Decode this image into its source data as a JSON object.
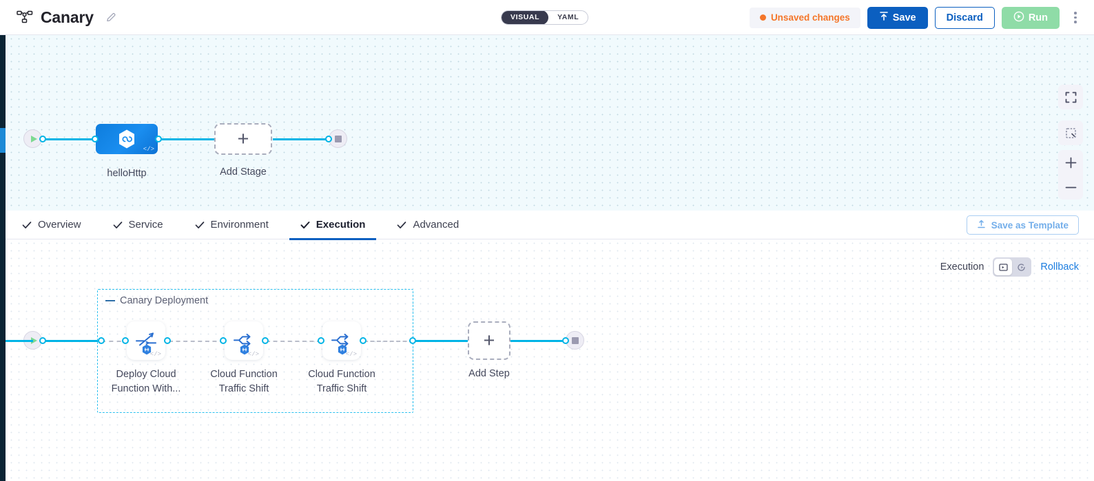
{
  "header": {
    "pipeline_icon": "pipeline-nodes-icon",
    "title": "Canary",
    "edit_icon": "pencil-icon",
    "view_toggle": {
      "options": [
        "VISUAL",
        "YAML"
      ],
      "selected": "VISUAL"
    },
    "unsaved": {
      "label": "Unsaved changes",
      "dot_color": "#f4762a"
    },
    "save_label": "Save",
    "discard_label": "Discard",
    "run_label": "Run",
    "more_icon": "kebab-menu-icon"
  },
  "top_canvas": {
    "background": "#f1fafd",
    "start_node": "start-node",
    "stage": {
      "label": "helloHttp",
      "icon": "hexagon-link-icon",
      "code_mark": "</>"
    },
    "add_stage": {
      "label": "Add Stage",
      "glyph": "+"
    },
    "end_node": "end-node",
    "controls": [
      {
        "name": "fit-to-screen-icon"
      },
      {
        "name": "select-area-icon"
      },
      {
        "name": "zoom-in-icon",
        "glyph": "+"
      },
      {
        "name": "zoom-out-icon",
        "glyph": "−"
      }
    ]
  },
  "tabs": {
    "items": [
      {
        "label": "Overview",
        "complete": true,
        "active": false
      },
      {
        "label": "Service",
        "complete": true,
        "active": false
      },
      {
        "label": "Environment",
        "complete": true,
        "active": false
      },
      {
        "label": "Execution",
        "complete": true,
        "active": true
      },
      {
        "label": "Advanced",
        "complete": true,
        "active": false
      }
    ],
    "save_as_template": {
      "label": "Save as Template",
      "icon": "upload-template-icon"
    },
    "active_underline_color": "#0b5fc0"
  },
  "execution_header": {
    "label": "Execution",
    "toggle": [
      {
        "name": "execution-view-icon",
        "selected": true
      },
      {
        "name": "rollback-view-icon",
        "selected": false
      }
    ],
    "rollback_link": "Rollback",
    "link_color": "#1c7de0"
  },
  "bottom_canvas": {
    "start_node": "start-node",
    "group": {
      "title": "Canary Deployment",
      "collapse_icon": "collapse-dash-icon",
      "border_color": "#29c0ef"
    },
    "steps": [
      {
        "label_line1": "Deploy Cloud",
        "label_line2": "Function With...",
        "icon": "deploy-function-icon",
        "badge": "hexagon-badge",
        "code_mark": "</>"
      },
      {
        "label_line1": "Cloud Function",
        "label_line2": "Traffic Shift",
        "icon": "traffic-shift-icon",
        "badge": "hexagon-badge",
        "code_mark": "</>"
      },
      {
        "label_line1": "Cloud Function",
        "label_line2": "Traffic Shift",
        "icon": "traffic-shift-icon",
        "badge": "hexagon-badge",
        "code_mark": "</>"
      }
    ],
    "add_step": {
      "label": "Add Step",
      "glyph": "+"
    },
    "end_node": "end-node"
  }
}
